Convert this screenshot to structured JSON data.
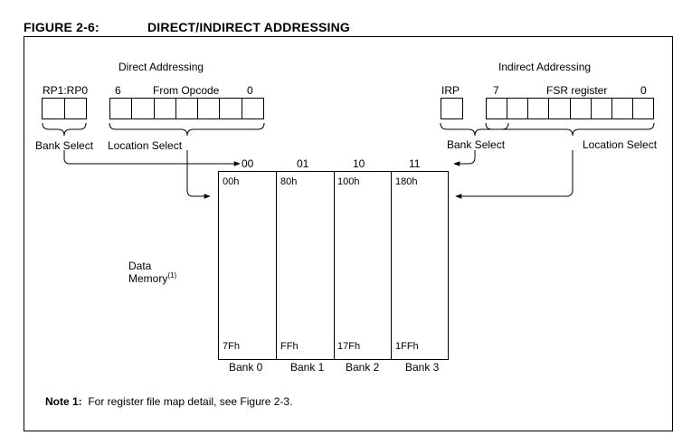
{
  "figure": {
    "number": "FIGURE 2-6:",
    "title": "DIRECT/INDIRECT ADDRESSING"
  },
  "direct": {
    "heading": "Direct Addressing",
    "rp_label": "RP1:RP0",
    "bit_high": "6",
    "opcode_label": "From Opcode",
    "bit_low": "0",
    "bank_select": "Bank Select",
    "location_select": "Location Select"
  },
  "indirect": {
    "heading": "Indirect Addressing",
    "irp_label": "IRP",
    "bit_high": "7",
    "fsr_label": "FSR register",
    "bit_low": "0",
    "bank_select": "Bank Select",
    "location_select": "Location Select"
  },
  "memory": {
    "label_line1": "Data",
    "label_line2": "Memory",
    "label_superscript": "(1)",
    "banks": [
      {
        "code": "00",
        "start": "00h",
        "end": "7Fh",
        "name": "Bank 0"
      },
      {
        "code": "01",
        "start": "80h",
        "end": "FFh",
        "name": "Bank 1"
      },
      {
        "code": "10",
        "start": "100h",
        "end": "17Fh",
        "name": "Bank 2"
      },
      {
        "code": "11",
        "start": "180h",
        "end": "1FFh",
        "name": "Bank 3"
      }
    ]
  },
  "note": {
    "prefix": "Note 1:",
    "text": "For register file map detail, see Figure 2-3."
  }
}
